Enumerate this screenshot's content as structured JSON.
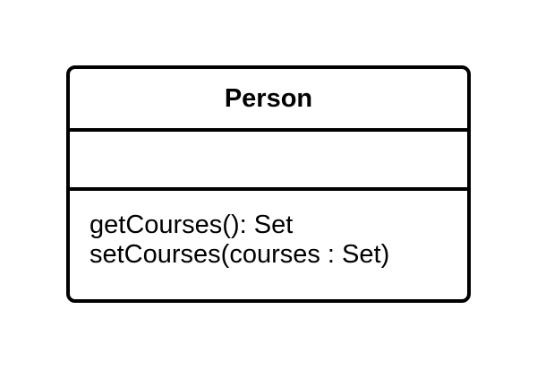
{
  "uml_class": {
    "name": "Person",
    "attributes": [],
    "operations": [
      "getCourses(): Set",
      "setCourses(courses : Set)"
    ]
  },
  "colors": {
    "border": "#000000",
    "background": "#ffffff",
    "text": "#000000"
  }
}
